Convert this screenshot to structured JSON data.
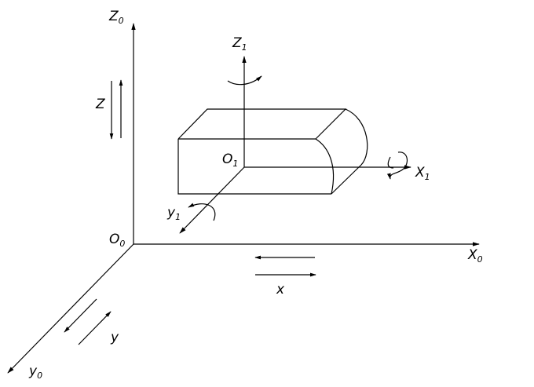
{
  "axes": {
    "z0": {
      "main": "Z",
      "sub": "0"
    },
    "x0": {
      "main": "X",
      "sub": "0"
    },
    "y0": {
      "main": "y",
      "sub": "0"
    },
    "o0": {
      "main": "O",
      "sub": "0"
    }
  },
  "local_axes": {
    "z1": {
      "main": "Z",
      "sub": "1"
    },
    "x1": {
      "main": "X",
      "sub": "1"
    },
    "y1": {
      "main": "y",
      "sub": "1"
    },
    "o1": {
      "main": "O",
      "sub": "1"
    }
  },
  "motions": {
    "x": "x",
    "y": "y",
    "z": "Z"
  }
}
